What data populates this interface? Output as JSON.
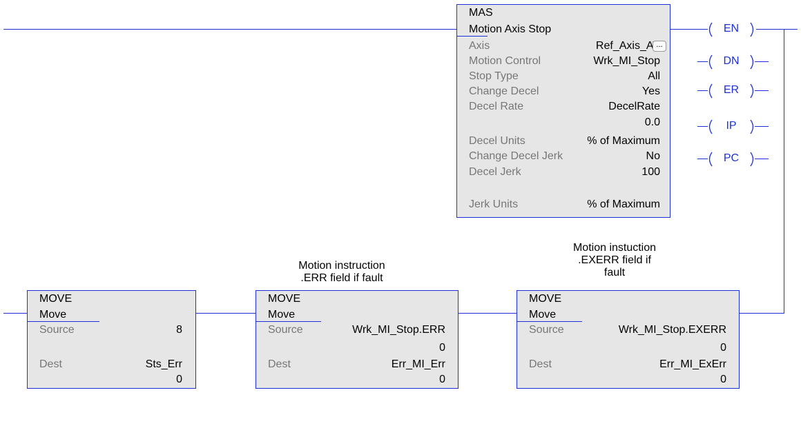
{
  "mas": {
    "mnemonic": "MAS",
    "title": "Motion Axis Stop",
    "rows": [
      {
        "label": "Axis",
        "value": "Ref_Axis_AV"
      },
      {
        "label": "Motion Control",
        "value": "Wrk_MI_Stop"
      },
      {
        "label": "Stop Type",
        "value": "All"
      },
      {
        "label": "Change Decel",
        "value": "Yes"
      },
      {
        "label": "Decel Rate",
        "value": "DecelRate"
      },
      {
        "label": "",
        "value": "0.0"
      },
      {
        "label": "Decel Units",
        "value": "% of Maximum"
      },
      {
        "label": "Change Decel Jerk",
        "value": "No"
      },
      {
        "label": "Decel Jerk",
        "value": "100"
      },
      {
        "label": "Jerk Units",
        "value": "% of Maximum"
      }
    ],
    "ellipsis": "...",
    "outputs": [
      "EN",
      "DN",
      "ER",
      "IP",
      "PC"
    ]
  },
  "moves": [
    {
      "mnemonic": "MOVE",
      "title": "Move",
      "source_label": "Source",
      "source_value": "8",
      "source_live": "",
      "dest_label": "Dest",
      "dest_value": "Sts_Err",
      "dest_live": "0"
    },
    {
      "mnemonic": "MOVE",
      "title": "Move",
      "source_label": "Source",
      "source_value": "Wrk_MI_Stop.ERR",
      "source_live": "0",
      "dest_label": "Dest",
      "dest_value": "Err_MI_Err",
      "dest_live": "0"
    },
    {
      "mnemonic": "MOVE",
      "title": "Move",
      "source_label": "Source",
      "source_value": "Wrk_MI_Stop.EXERR",
      "source_live": "0",
      "dest_label": "Dest",
      "dest_value": "Err_MI_ExErr",
      "dest_live": "0"
    }
  ],
  "notes": [
    "Motion instruction\n.ERR field if fault",
    "Motion instuction\n.EXERR field if\nfault"
  ],
  "colors": {
    "wire": "#1c2fd8",
    "block_fill": "#e6e6e6",
    "param_label": "#777777"
  }
}
